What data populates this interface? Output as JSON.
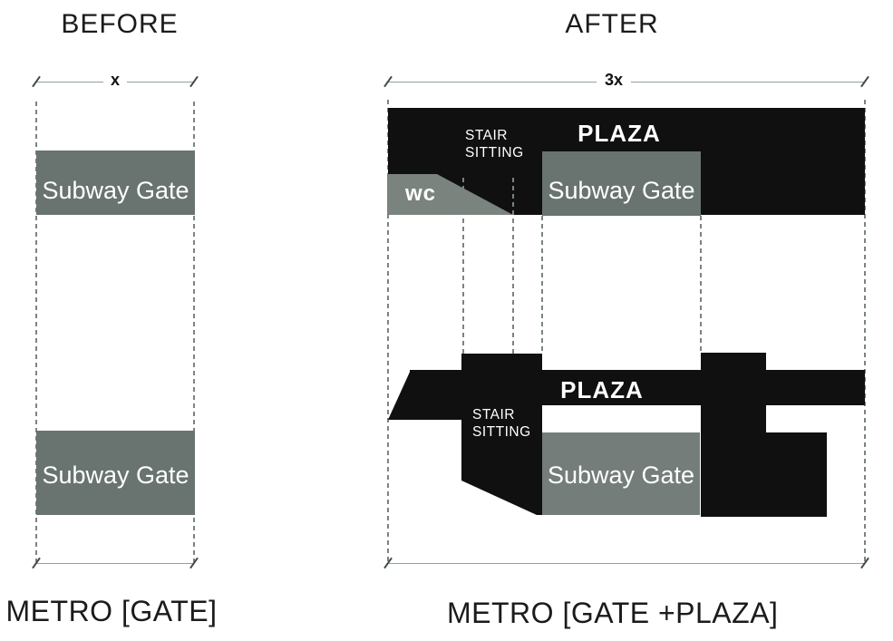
{
  "before": {
    "title": "BEFORE",
    "dim_label": "x",
    "gate_top": "Subway Gate",
    "gate_bottom": "Subway Gate",
    "caption": "METRO [GATE]"
  },
  "after": {
    "title": "AFTER",
    "dim_label": "3x",
    "upper": {
      "stair1": "STAIR",
      "stair2": "SITTING",
      "plaza": "PLAZA",
      "wc": "wc",
      "gate": "Subway Gate"
    },
    "lower": {
      "stair1": "STAIR",
      "stair2": "SITTING",
      "plaza": "PLAZA",
      "gate": "Subway Gate"
    },
    "caption": "METRO [GATE +PLAZA]"
  },
  "colors": {
    "black": "#101010",
    "gate_gray": "#69736f",
    "gate_gray_light": "#747d7a",
    "wc_gray": "#7b837f",
    "dash": "#7a8482",
    "dim_line": "#93a09f"
  }
}
